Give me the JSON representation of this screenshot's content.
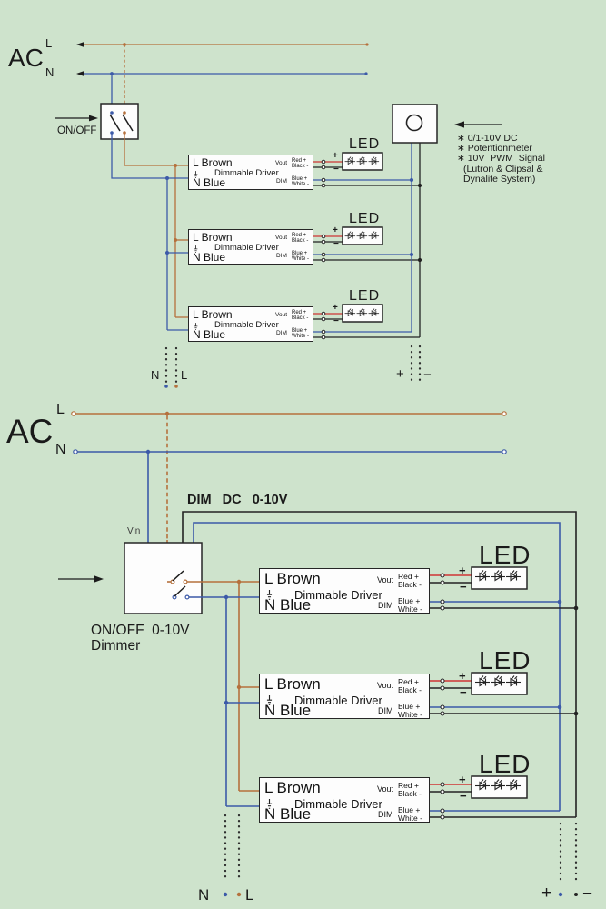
{
  "colors": {
    "background": "#cee3cc",
    "wire_live_brown": "#b5713d",
    "wire_neutral_blue": "#3c5aa8",
    "wire_dim_black": "#232323",
    "wire_output_red": "#cf3434"
  },
  "top": {
    "ac": "AC",
    "l": "L",
    "n": "N",
    "switch_label": "ON/OFF",
    "led": "LED",
    "led_plus": "+",
    "led_minus": "−",
    "driver": {
      "l": "L Brown",
      "name": "Dimmable Driver",
      "n": "N Blue",
      "vout": "Vout",
      "red": "Red +",
      "black": "Black -",
      "dim": "DIM",
      "blue": "Blue +",
      "white": "White -"
    },
    "notes": {
      "line1": "∗ 0/1-10V DC",
      "line2": "∗ Potentionmeter",
      "line3": "∗ 10V  PWM  Signal",
      "line4": "(Lutron & Clipsal &",
      "line5": "Dynalite System)"
    },
    "tails": {
      "n": "N",
      "l": "L",
      "plus": "+",
      "minus": "−"
    }
  },
  "bottom": {
    "ac": "AC",
    "l": "L",
    "n": "N",
    "vin": "Vin",
    "dim_bus": "DIM   DC   0-10V",
    "dimmer_line1": "ON/OFF  0-10V",
    "dimmer_line2": "Dimmer",
    "led": "LED",
    "led_plus": "+",
    "led_minus": "−",
    "driver": {
      "l": "L Brown",
      "name": "Dimmable Driver",
      "n": "N Blue",
      "vout": "Vout",
      "red": "Red +",
      "black": "Black -",
      "dim": "DIM",
      "blue": "Blue +",
      "white": "White -"
    },
    "tails": {
      "n": "N",
      "l": "L",
      "plus": "+",
      "minus": "−"
    }
  }
}
